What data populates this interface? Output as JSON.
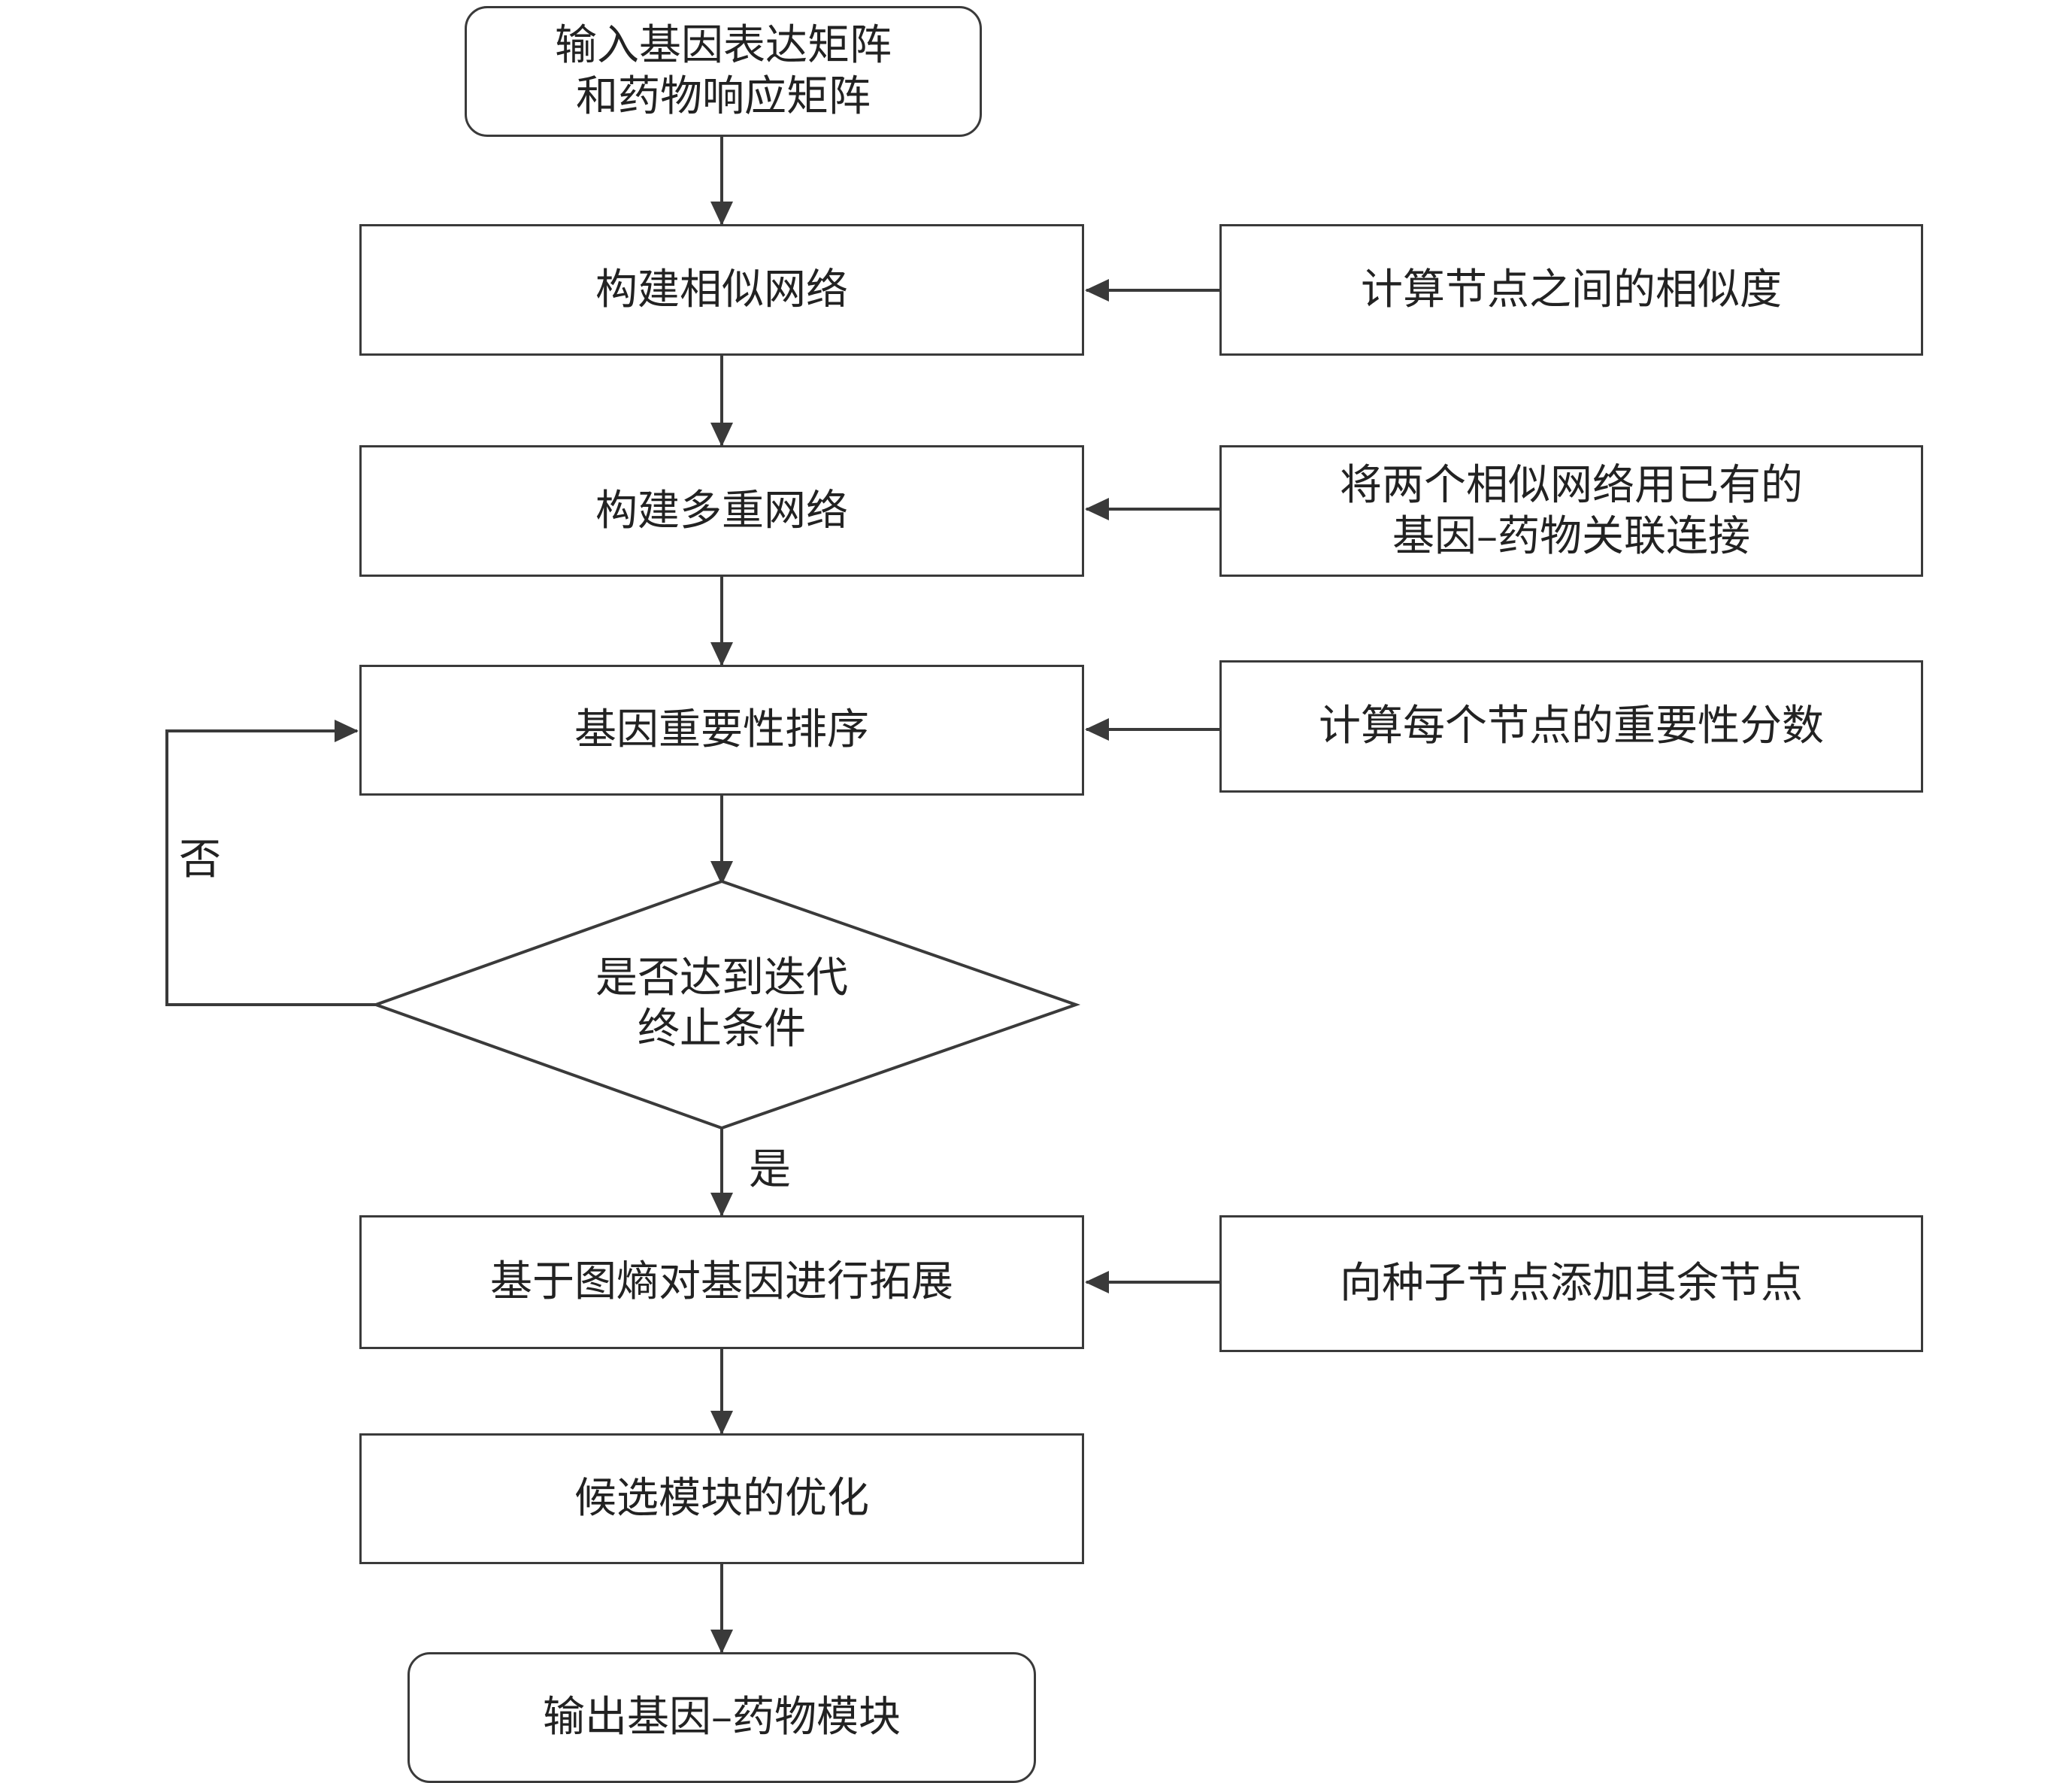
{
  "flowchart": {
    "start": [
      "输入基因表达矩阵",
      "和药物响应矩阵"
    ],
    "steps": {
      "build_similarity_network": "构建相似网络",
      "build_multiplex_network": "构建多重网络",
      "gene_importance_ranking": "基因重要性排序",
      "decision": [
        "是否达到迭代",
        "终止条件"
      ],
      "graph_entropy_expansion": "基于图熵对基因进行拓展",
      "candidate_optimization": "候选模块的优化"
    },
    "end": "输出基因–药物模块",
    "side_notes": {
      "similarity": "计算节点之间的相似度",
      "connect": [
        "将两个相似网络用已有的",
        "基因–药物关联连接"
      ],
      "importance": "计算每个节点的重要性分数",
      "add_nodes": "向种子节点添加其余节点"
    },
    "edge_labels": {
      "no": "否",
      "yes": "是"
    },
    "colors": {
      "stroke": "#3a3a3a",
      "text": "#222222",
      "background": "#ffffff"
    }
  }
}
